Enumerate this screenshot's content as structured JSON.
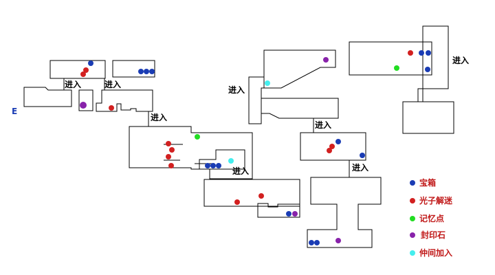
{
  "map": {
    "start_marker": "E",
    "entrance_label": "进入",
    "entrances": [
      {
        "id": "a",
        "text": "进入"
      },
      {
        "id": "b",
        "text": "进入"
      },
      {
        "id": "c",
        "text": "进入"
      },
      {
        "id": "d",
        "text": "进入"
      },
      {
        "id": "e",
        "text": "进入"
      },
      {
        "id": "f",
        "text": "进入"
      },
      {
        "id": "g",
        "text": "进入"
      },
      {
        "id": "h",
        "text": "进入"
      }
    ]
  },
  "legend": {
    "items": [
      {
        "key": "chest",
        "label": "宝箱",
        "color": "#1a3cb4",
        "text_color": "#c01818"
      },
      {
        "key": "light_puzzle",
        "label": "光子解迷",
        "color": "#d22020",
        "text_color": "#c01818"
      },
      {
        "key": "save_point",
        "label": "记忆点",
        "color": "#22dd22",
        "text_color": "#c01818"
      },
      {
        "key": "seal_stone",
        "label": "封印石",
        "color": "#8822aa",
        "text_color": "#c01818"
      },
      {
        "key": "companion_join",
        "label": "仲间加入",
        "color": "#44eeee",
        "text_color": "#c01818"
      }
    ]
  },
  "colors": {
    "chest": "#1a3cb4",
    "light_puzzle": "#d22020",
    "save_point": "#22dd22",
    "seal_stone": "#8822aa",
    "companion_join": "#44eeee",
    "start_marker": "#1a3cb4",
    "legend_text": "#c01818"
  }
}
